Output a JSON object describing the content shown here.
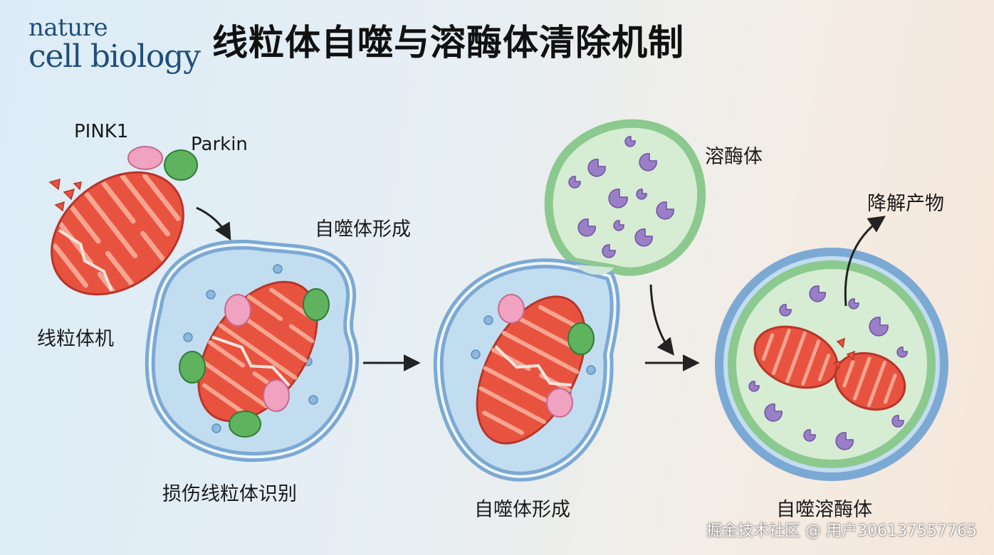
{
  "journal": {
    "line1": "nature",
    "line2": "cell biology"
  },
  "title": "线粒体自噬与溶酶体清除机制",
  "labels": {
    "pink1": "PINK1",
    "parkin": "Parkin",
    "mito": "线粒体机",
    "recognition": "损伤线粒体识别",
    "autophagosome_formation_1": "自噬体形成",
    "autophagosome_formation_2": "自噬体形成",
    "lysosome": "溶酶体",
    "degradation_products": "降解产物",
    "autolysosome": "自噬溶酶体"
  },
  "watermark": "掘金技术社区 @ 用户306137557765",
  "colors": {
    "mito_fill": "#e8533f",
    "mito_crista": "#f6a592",
    "mito_outline": "#b8352a",
    "pink1": "#f0a2c0",
    "parkin": "#5fb35e",
    "autophagosome_membrane": "#7ca9d4",
    "autophagosome_lumen": "#c3ddf0",
    "lysosome_membrane": "#8cc98e",
    "lysosome_lumen": "#d6ecd3",
    "enzyme": "#9b7ec8",
    "arrow": "#222222"
  }
}
